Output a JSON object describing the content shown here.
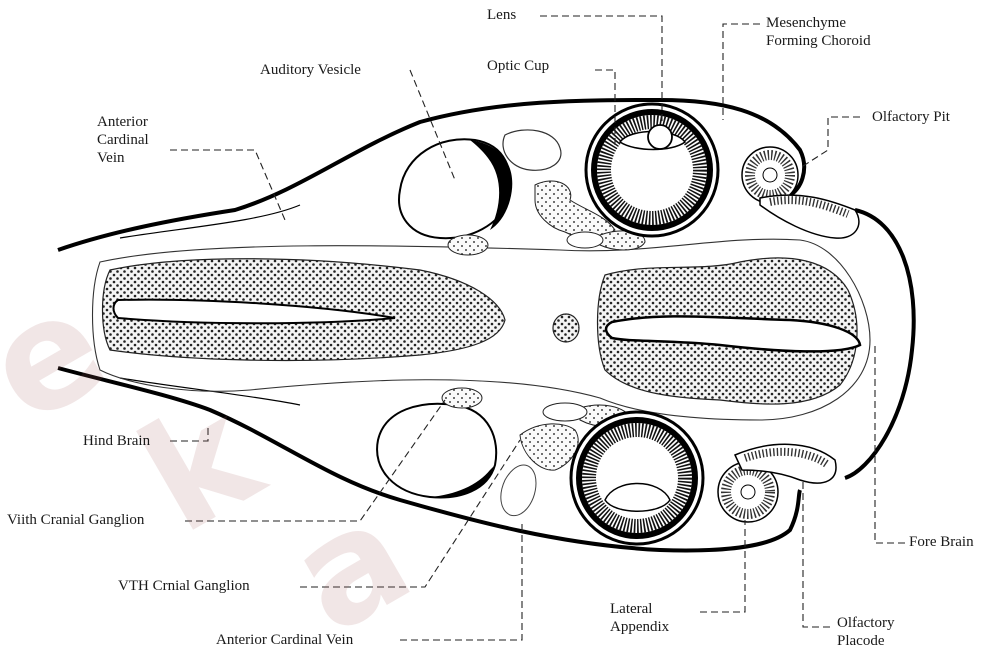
{
  "labels": {
    "lens": "Lens",
    "mesenchyme_1": "Mesenchyme",
    "mesenchyme_2": "Forming Choroid",
    "auditory_vesicle": "Auditory Vesicle",
    "optic_cup": "Optic Cup",
    "olfactory_pit": "Olfactory Pit",
    "anterior_cardinal_vein_top_1": "Anterior",
    "anterior_cardinal_vein_top_2": "Cardinal",
    "anterior_cardinal_vein_top_3": "Vein",
    "hind_brain": "Hind Brain",
    "viith_ganglion": "Viith Cranial Ganglion",
    "vth_ganglion": "VTH Crnial Ganglion",
    "anterior_cardinal_vein_bottom": "Anterior Cardinal Vein",
    "lateral_appendix_1": "Lateral",
    "lateral_appendix_2": "Appendix",
    "olfactory_placode_1": "Olfactory",
    "olfactory_placode_2": "Placode",
    "fore_brain": "Fore Brain"
  },
  "watermark": {
    "letters": [
      "e",
      "k",
      "a"
    ],
    "color": "#c08080"
  }
}
